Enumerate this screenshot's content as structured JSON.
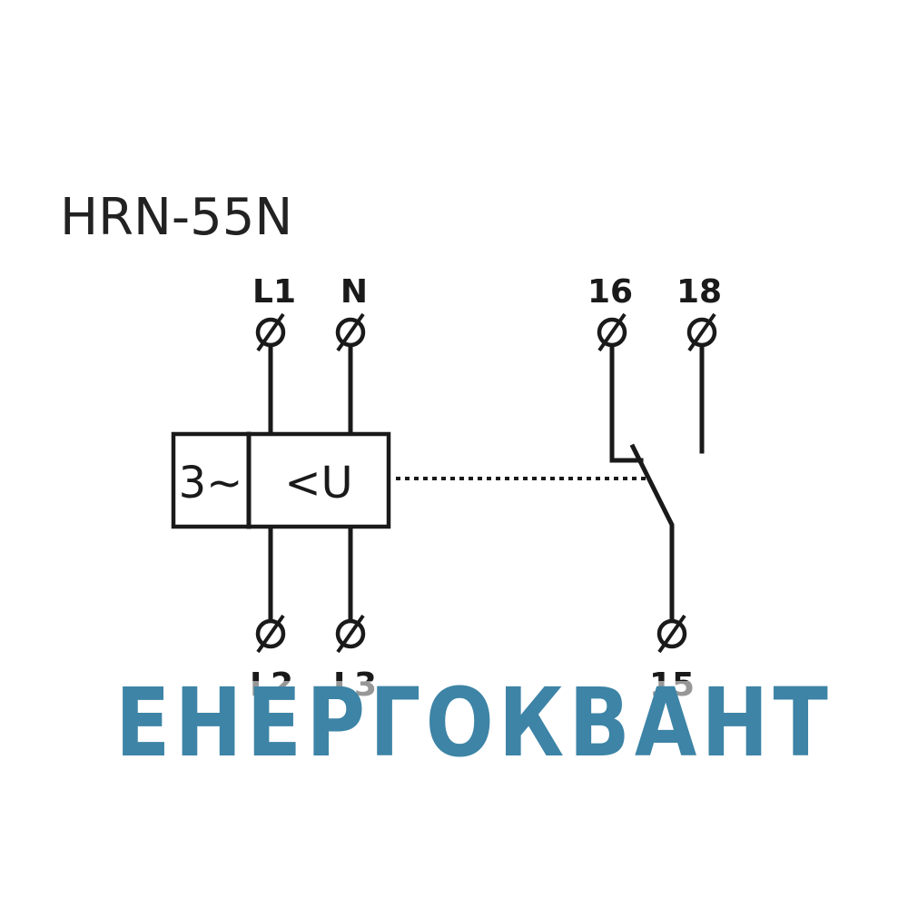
{
  "title": "HRN-55N",
  "terminals": {
    "top": [
      "L1",
      "N",
      "16",
      "18"
    ],
    "bottom": [
      "L2",
      "L3",
      "15"
    ]
  },
  "device": {
    "phase_label": "3~",
    "function_label": "<U"
  },
  "watermark": {
    "text": "ЕНЕРГОКВАНТ",
    "color": "#3d84a6"
  },
  "colors": {
    "line": "#1a1a1a",
    "background": "#ffffff"
  }
}
